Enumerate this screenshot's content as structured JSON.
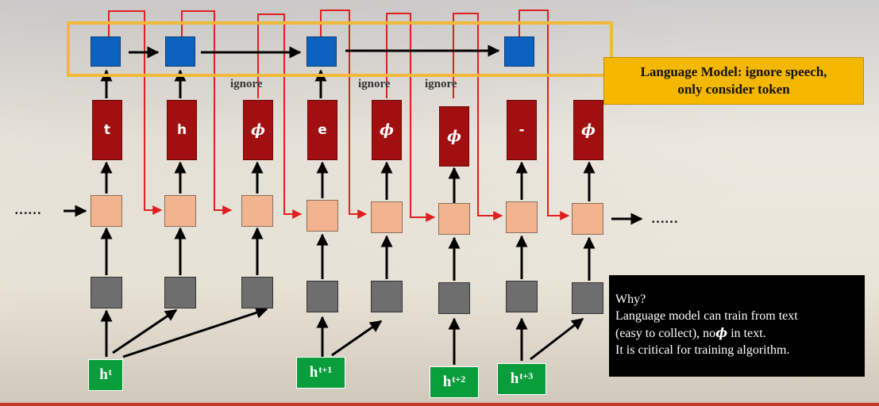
{
  "callouts": {
    "language_model_line1": "Language Model: ignore speech,",
    "language_model_line2": "only consider token",
    "why_title": "Why?",
    "why_line1": "Language model can train from text",
    "why_line2_a": "(easy to collect), no",
    "why_line2_phi": "ϕ",
    "why_line2_b": " in text.",
    "why_line3": "It is critical for training algorithm."
  },
  "tokens": [
    "t",
    "h",
    "ϕ",
    "e",
    "ϕ",
    "ϕ",
    "-",
    "ϕ"
  ],
  "ignore_labels": [
    "ignore",
    "ignore",
    "ignore"
  ],
  "ellipsis": "……",
  "inputs": [
    {
      "base": "h",
      "sup": "t"
    },
    {
      "base": "h",
      "sup": "t+1"
    },
    {
      "base": "h",
      "sup": "t+2"
    },
    {
      "base": "h",
      "sup": "t+3"
    }
  ],
  "colors": {
    "lm_state": "#0c63bf",
    "token_output": "#a10f10",
    "rnn_state": "#f2b48f",
    "encoder_state": "#6e6e6e",
    "acoustic_input": "#0a9d3b",
    "lm_panel_border": "#f0b93a",
    "skip_connection": "#e02020"
  }
}
